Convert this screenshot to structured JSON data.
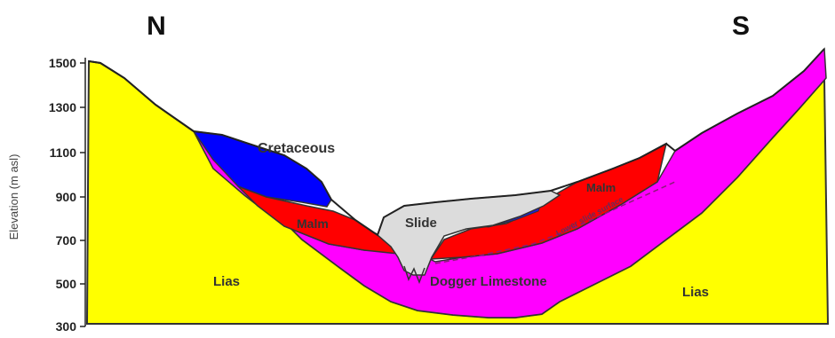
{
  "orientation": {
    "north": "N",
    "south": "S"
  },
  "axis": {
    "title": "Elevation (m asl)",
    "ticks": [
      "1500",
      "1300",
      "1100",
      "900",
      "700",
      "500",
      "300"
    ]
  },
  "units": {
    "cretaceous": "Cretaceous",
    "malm_north": "Malm",
    "malm_south": "Malm",
    "slide": "Slide",
    "dogger": "Dogger Limestone",
    "lias_north": "Lias",
    "lias_south": "Lias",
    "surface_note": "Lower slide surface"
  },
  "colors": {
    "lias": "#ffff00",
    "dogger": "#ff00ff",
    "malm": "#ff0000",
    "cretaceous": "#0000ff",
    "slide": "#dcdcdc",
    "outline": "#333333"
  }
}
